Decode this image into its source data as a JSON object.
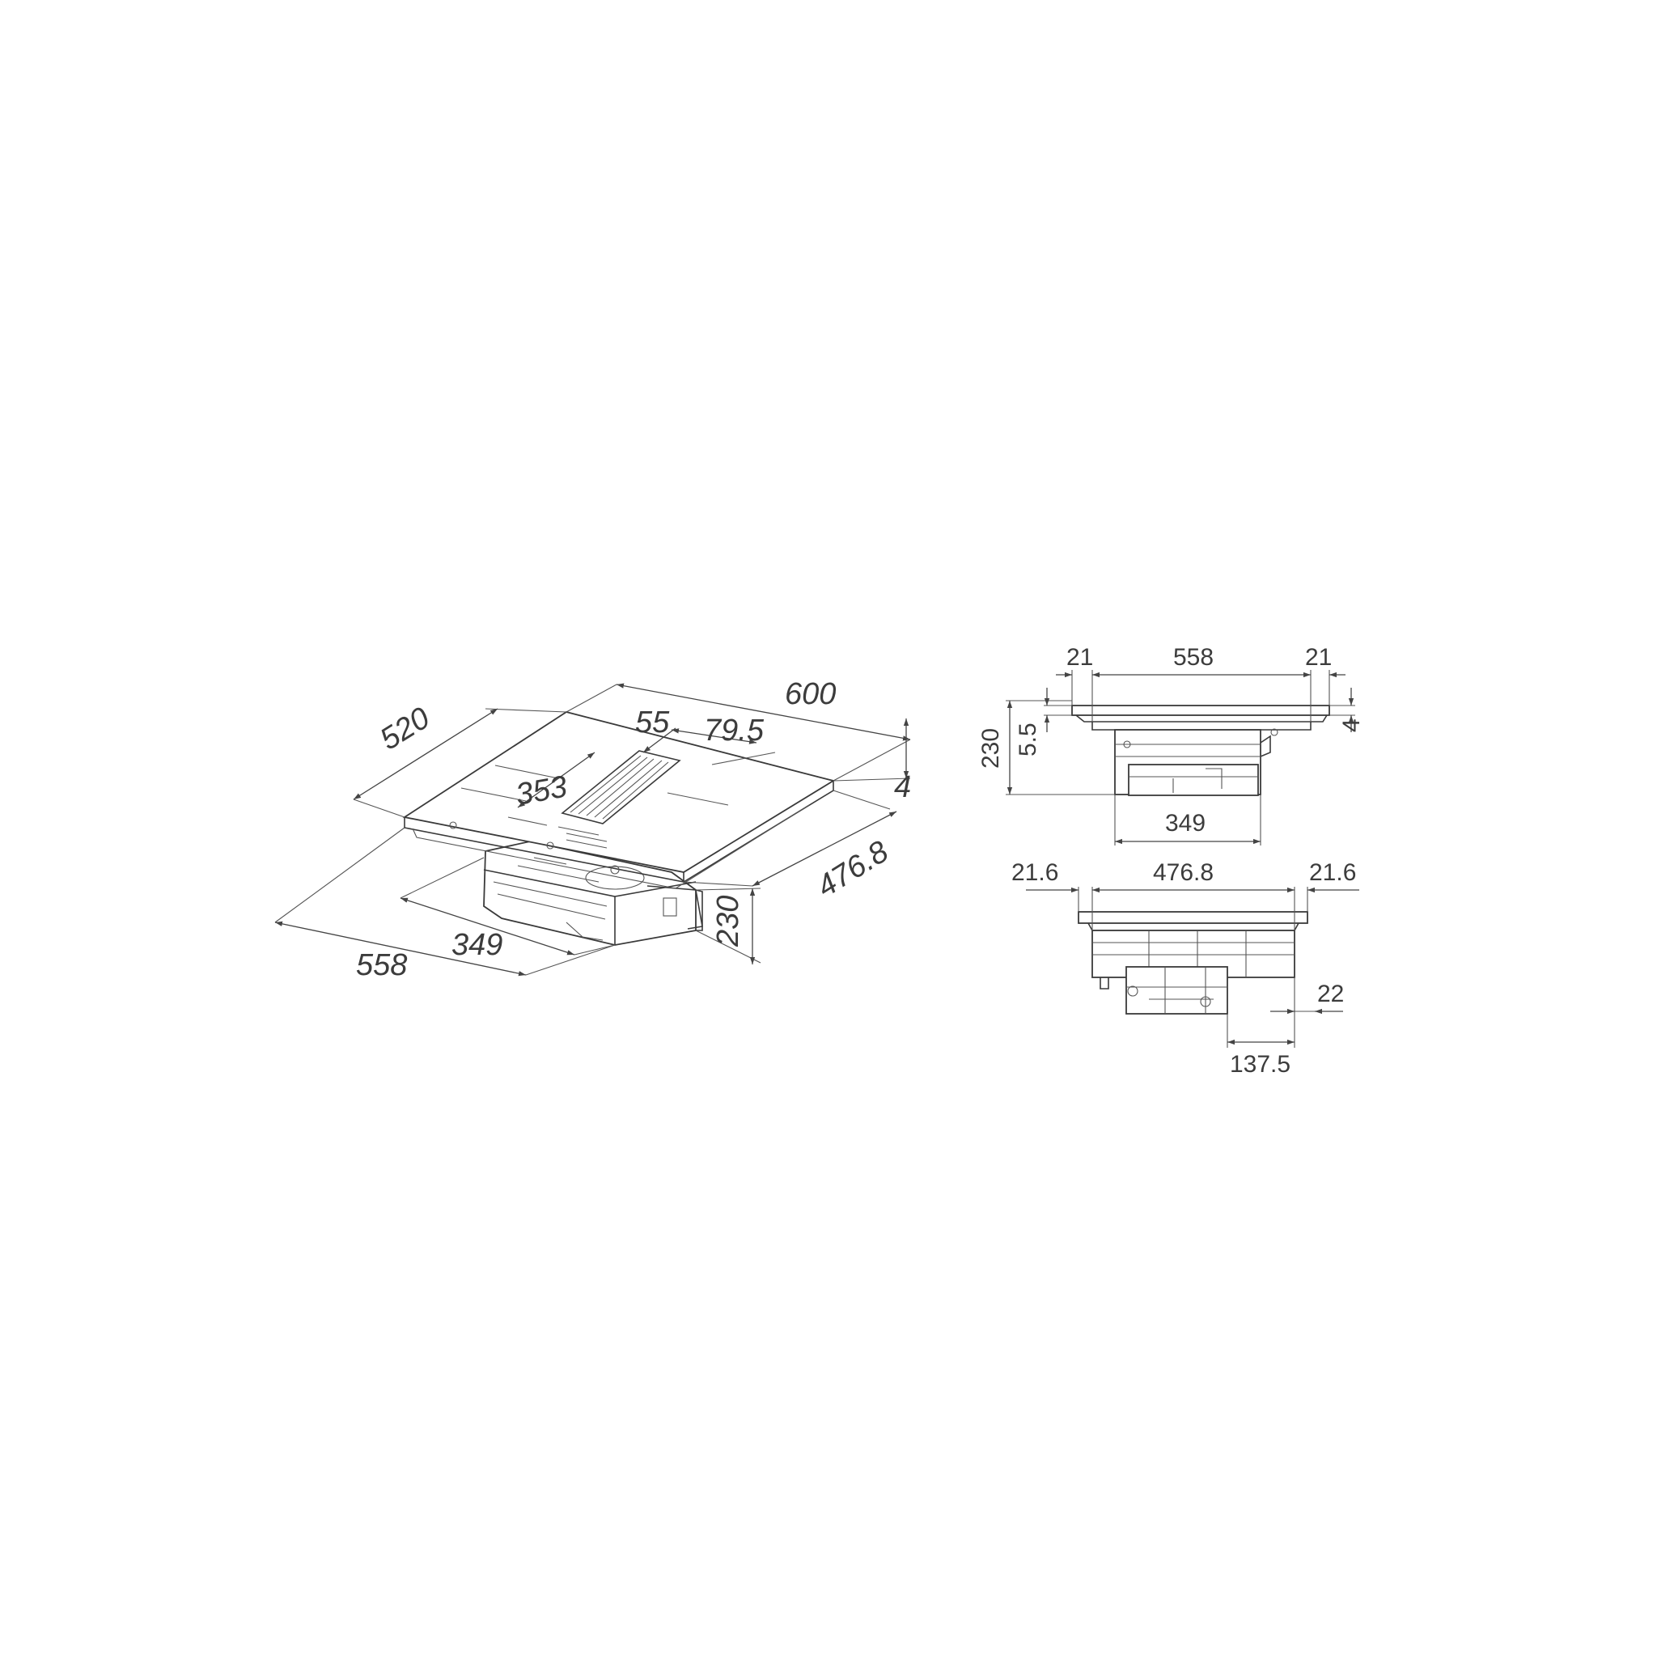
{
  "isometric": {
    "width": "600",
    "depth": "520",
    "vent_width": "55",
    "vent_offset": "79.5",
    "zone_depth": "353",
    "glass_thickness": "4",
    "cutout_depth": "476.8",
    "height": "230",
    "module_width": "349",
    "cutout_width": "558"
  },
  "front_view": {
    "left_margin": "21",
    "cutout_width": "558",
    "right_margin": "21",
    "height": "230",
    "flange": "5.5",
    "glass": "4",
    "module_width": "349"
  },
  "side_view": {
    "left_margin": "21.6",
    "cutout_depth": "476.8",
    "right_margin": "21.6",
    "offset": "22",
    "module_offset": "137.5"
  }
}
